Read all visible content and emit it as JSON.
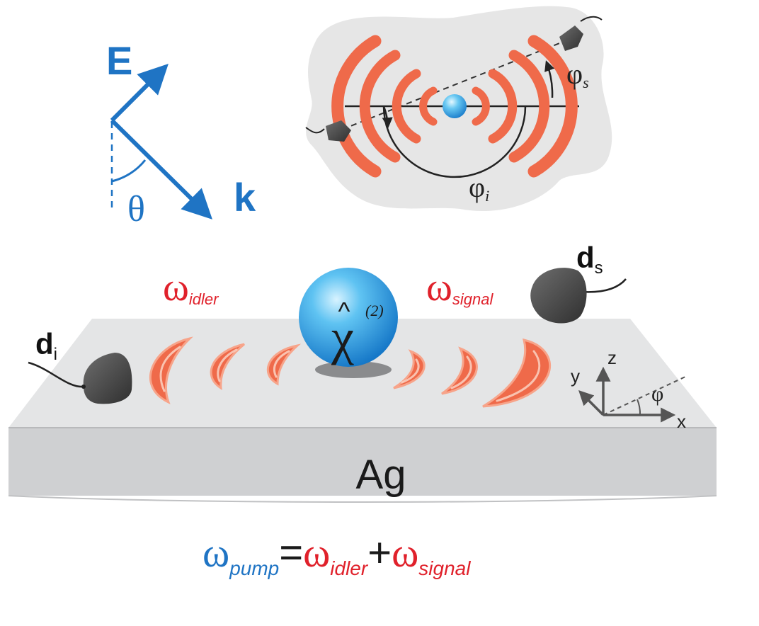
{
  "labels": {
    "e_field": "E",
    "k_vector": "k",
    "theta": "θ",
    "phi_s": "φ",
    "phi_s_sub": "s",
    "phi_i": "φ",
    "phi_i_sub": "i",
    "d_i": "d",
    "d_i_sub": "i",
    "d_s": "d",
    "d_s_sub": "s",
    "omega_idler": "ω",
    "omega_idler_sub": "idler",
    "omega_signal": "ω",
    "omega_signal_sub": "signal",
    "chi": "χ",
    "chi_hat": "^",
    "chi_order": "(2)",
    "axis_x": "x",
    "axis_y": "y",
    "axis_z": "z",
    "axis_phi": "φ",
    "substrate": "Ag",
    "eq_omega1": "ω",
    "eq_pump": "pump",
    "eq_equals": "=",
    "eq_omega2": "ω",
    "eq_idler": "idler",
    "eq_plus": "+",
    "eq_omega3": "ω",
    "eq_signal": "signal"
  },
  "colors": {
    "blue": "#1f74c4",
    "red": "#e0212b",
    "plasmon": "#ef6a4a",
    "detector": "#4a4a4a",
    "inset_bg": "#e6e6e6",
    "slab_top": "#e4e5e6",
    "slab_front": "#cfd0d2"
  },
  "icons": [
    "detector-icon",
    "sphere-icon"
  ]
}
